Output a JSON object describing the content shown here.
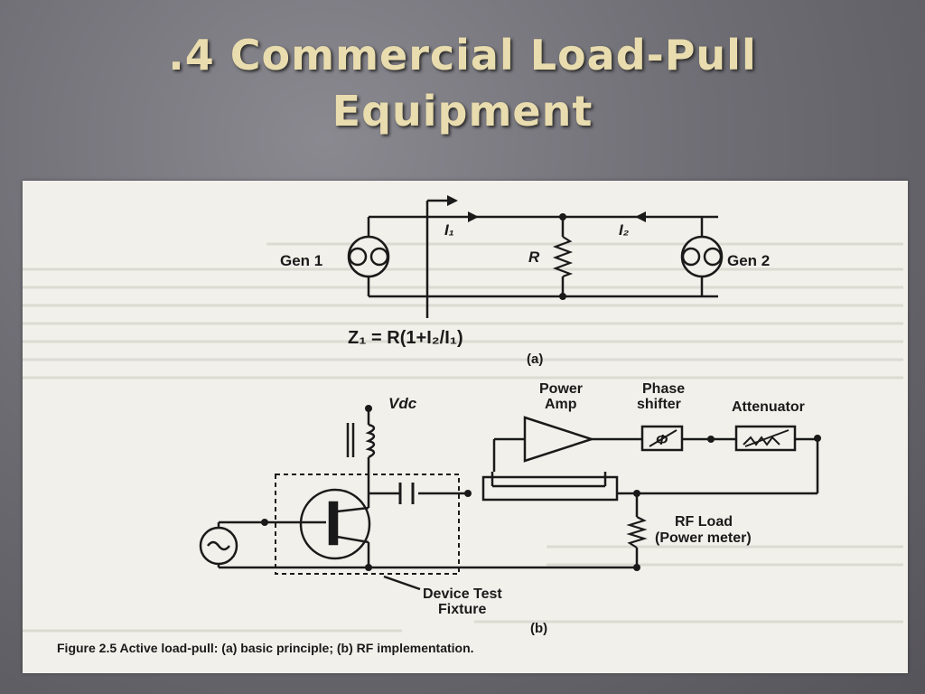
{
  "slide": {
    "title_line1": ".4 Commercial Load-Pull",
    "title_line2": "Equipment"
  },
  "figure": {
    "part_a": {
      "gen1": "Gen 1",
      "gen2": "Gen 2",
      "current1": "I₁",
      "current2": "I₂",
      "resistor": "R",
      "equation": "Z₁ = R(1+I₂/I₁)",
      "sublabel": "(a)"
    },
    "part_b": {
      "vdc": "Vdc",
      "power_amp_line1": "Power",
      "power_amp_line2": "Amp",
      "phase_line1": "Phase",
      "phase_line2": "shifter",
      "phase_symbol": "Φ",
      "attenuator": "Attenuator",
      "rf_load_line1": "RF Load",
      "rf_load_line2": "(Power meter)",
      "fixture_line1": "Device Test",
      "fixture_line2": "Fixture",
      "sublabel": "(b)"
    },
    "caption": "Figure 2.5   Active load-pull: (a) basic principle; (b) RF implementation."
  },
  "colors": {
    "title": "#e9dcae",
    "background": "#6f6e75",
    "panel": "#f1f0ea",
    "ink": "#1a1a1a"
  }
}
